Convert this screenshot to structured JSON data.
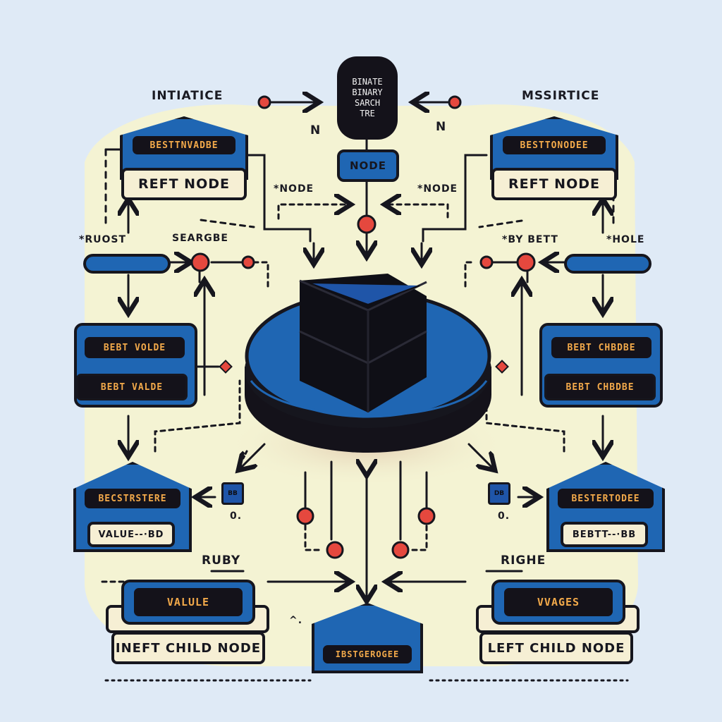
{
  "title": {
    "lines": [
      "BINATE",
      "BINARY",
      "SARCH",
      "TRE"
    ]
  },
  "center_node": "NODE",
  "top_labels": {
    "left": "INTIATICE",
    "right": "MSSIRTICE",
    "n_left": "N",
    "n_right": "N"
  },
  "top_left_card": {
    "bar": "BESTTNVADBE",
    "cream": "REFT NODE"
  },
  "top_right_card": {
    "bar": "BESTTONODEE",
    "cream": "REFT NODE"
  },
  "side_labels": {
    "left_node": "*NODE",
    "right_node": "*NODE",
    "left_root": "*RUOST",
    "left_search": "SEARGBE",
    "right_get": "*BY BETT",
    "right_hole": "*HOLE"
  },
  "mid_left_card": {
    "bar1": "BEBT VOLDE",
    "bar2": "BEBT VALDE"
  },
  "mid_right_card": {
    "bar1": "BEBT CHBDBE",
    "bar2": "BEBT CHBDBE"
  },
  "cube_left": "BB",
  "cube_right": "DB",
  "cube_left_caption": "0.",
  "cube_right_caption": "0.",
  "low_left_card": {
    "bar": "BECSTRSTERE",
    "cream": "VALUE--·BD"
  },
  "low_right_card": {
    "bar": "BESTERTODEE",
    "cream": "BEBTT--·BB"
  },
  "bottom_labels": {
    "left": "RUBY",
    "right": "RIGHE",
    "caret": "^."
  },
  "bottom_left_card": {
    "bar": "VALULE",
    "cream": "INEFT CHILD NODE"
  },
  "bottom_right_card": {
    "bar": "VVAGES",
    "cream": "LEFT CHILD NODE"
  },
  "bottom_center_card": {
    "bar": "IBSTGEROGEE"
  },
  "colors": {
    "background": "#dfeaf6",
    "panel": "#f4f3d3",
    "blue": "#1f66b3",
    "dark": "#14121a",
    "cream": "#f6efd4",
    "red_dot": "#e5483e",
    "accent_text": "#f2a94a"
  }
}
